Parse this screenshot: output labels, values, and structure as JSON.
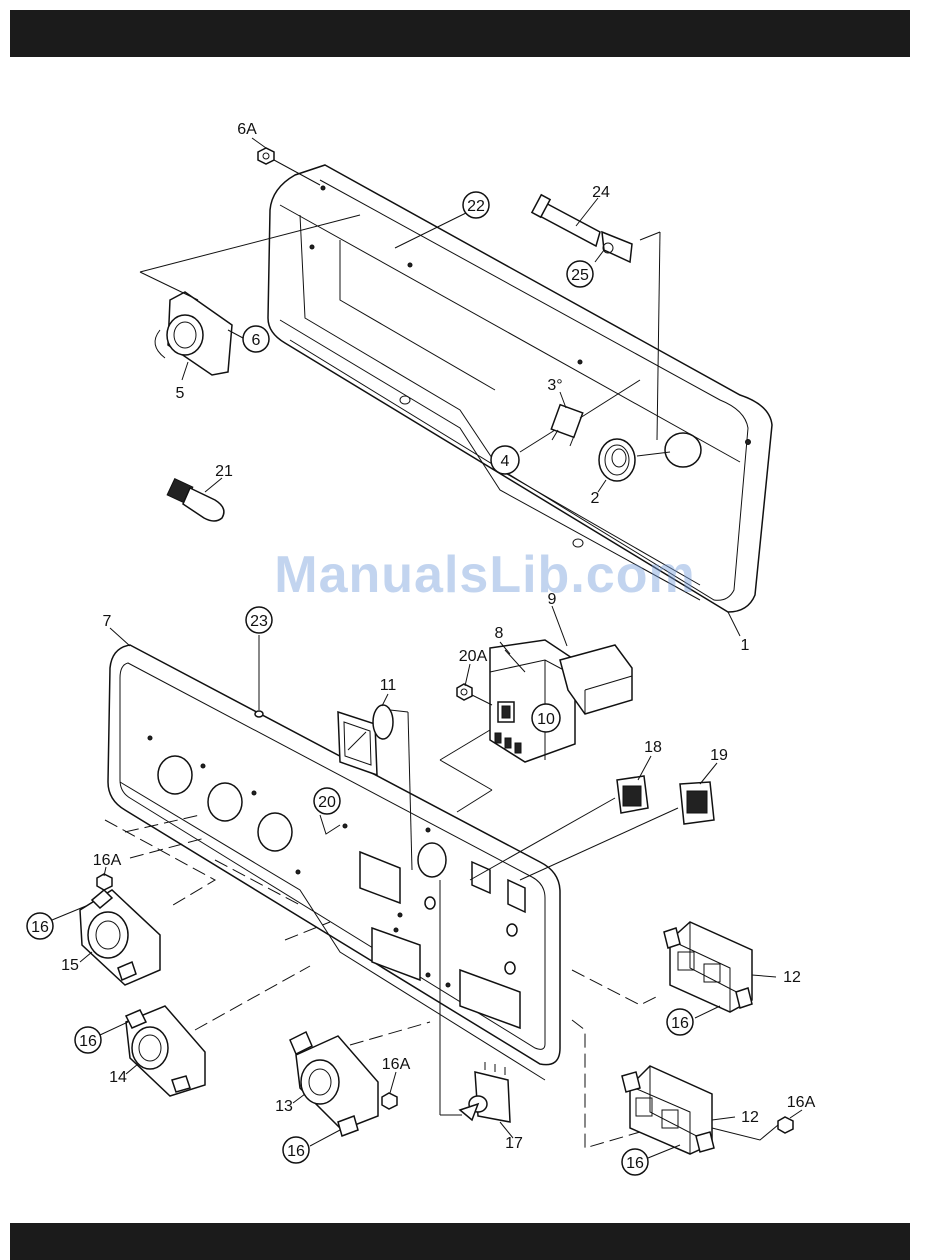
{
  "watermark": "ManualsLib.com",
  "callouts": [
    {
      "id": "c-6A",
      "label": "6A",
      "circled": false
    },
    {
      "id": "c-22",
      "label": "22",
      "circled": true
    },
    {
      "id": "c-24",
      "label": "24",
      "circled": false
    },
    {
      "id": "c-25",
      "label": "25",
      "circled": true
    },
    {
      "id": "c-6",
      "label": "6",
      "circled": true
    },
    {
      "id": "c-5",
      "label": "5",
      "circled": false
    },
    {
      "id": "c-3",
      "label": "3°",
      "circled": false
    },
    {
      "id": "c-4",
      "label": "4",
      "circled": true
    },
    {
      "id": "c-2",
      "label": "2",
      "circled": false
    },
    {
      "id": "c-21",
      "label": "21",
      "circled": false
    },
    {
      "id": "c-1",
      "label": "1",
      "circled": false
    },
    {
      "id": "c-7",
      "label": "7",
      "circled": false
    },
    {
      "id": "c-23",
      "label": "23",
      "circled": true
    },
    {
      "id": "c-9",
      "label": "9",
      "circled": false
    },
    {
      "id": "c-8",
      "label": "8",
      "circled": false
    },
    {
      "id": "c-20A",
      "label": "20A",
      "circled": false
    },
    {
      "id": "c-11",
      "label": "11",
      "circled": false
    },
    {
      "id": "c-10",
      "label": "10",
      "circled": true
    },
    {
      "id": "c-18",
      "label": "18",
      "circled": false
    },
    {
      "id": "c-19",
      "label": "19",
      "circled": false
    },
    {
      "id": "c-20",
      "label": "20",
      "circled": true
    },
    {
      "id": "c-16A-a",
      "label": "16A",
      "circled": false
    },
    {
      "id": "c-16-a",
      "label": "16",
      "circled": true
    },
    {
      "id": "c-15",
      "label": "15",
      "circled": false
    },
    {
      "id": "c-12-a",
      "label": "12",
      "circled": false
    },
    {
      "id": "c-16-b",
      "label": "16",
      "circled": true
    },
    {
      "id": "c-16-c",
      "label": "16",
      "circled": true
    },
    {
      "id": "c-14",
      "label": "14",
      "circled": false
    },
    {
      "id": "c-16A-b",
      "label": "16A",
      "circled": false
    },
    {
      "id": "c-13",
      "label": "13",
      "circled": false
    },
    {
      "id": "c-12-b",
      "label": "12",
      "circled": false
    },
    {
      "id": "c-16A-c",
      "label": "16A",
      "circled": false
    },
    {
      "id": "c-17",
      "label": "17",
      "circled": false
    },
    {
      "id": "c-16-d",
      "label": "16",
      "circled": true
    },
    {
      "id": "c-16-e",
      "label": "16",
      "circled": true
    }
  ]
}
